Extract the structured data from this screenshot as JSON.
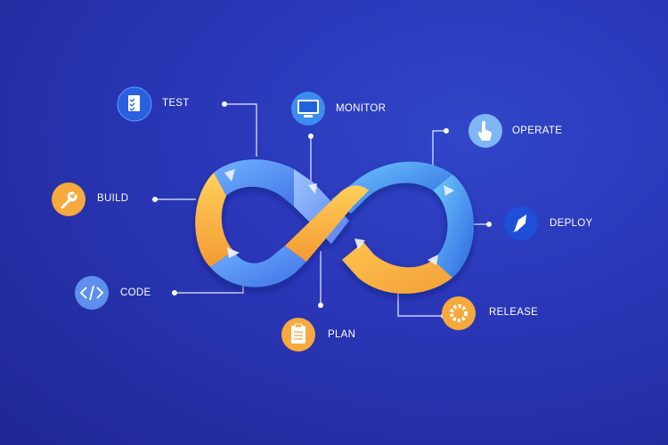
{
  "stages": [
    {
      "id": "test",
      "label": "TEST",
      "icon": "checklist-icon"
    },
    {
      "id": "monitor",
      "label": "MONITOR",
      "icon": "monitor-icon"
    },
    {
      "id": "operate",
      "label": "OPERATE",
      "icon": "touch-hand-icon"
    },
    {
      "id": "build",
      "label": "BUILD",
      "icon": "wrench-icon"
    },
    {
      "id": "deploy",
      "label": "DEPLOY",
      "icon": "rocket-icon"
    },
    {
      "id": "code",
      "label": "CODE",
      "icon": "code-brackets-icon"
    },
    {
      "id": "release",
      "label": "RELEASE",
      "icon": "gear-icon"
    },
    {
      "id": "plan",
      "label": "PLAN",
      "icon": "clipboard-icon"
    }
  ],
  "colors": {
    "background": "#2a37b8",
    "blue_band": "#4b8ef0",
    "orange_band": "#f6b53e",
    "connector": "#e8ecff"
  }
}
